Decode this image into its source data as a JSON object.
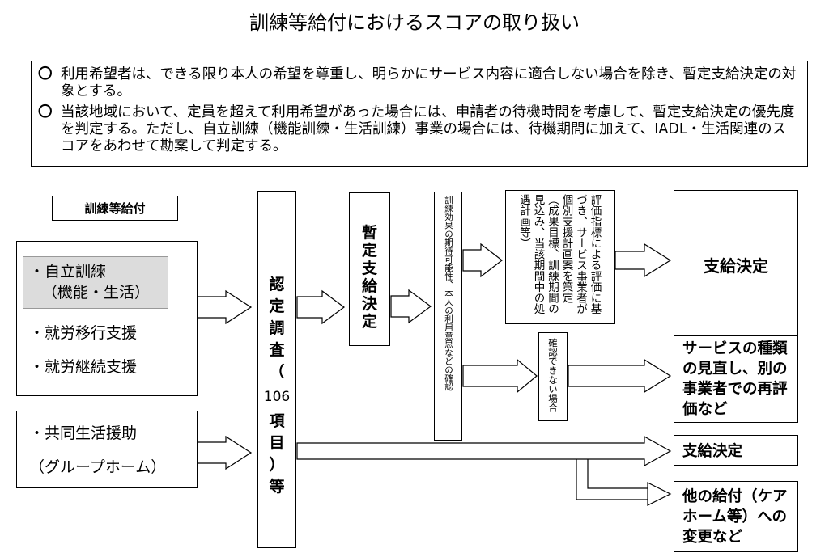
{
  "title": "訓練等給付におけるスコアの取り扱い",
  "notes": [
    {
      "mark": "〇",
      "text": "利用希望者は、できる限り本人の希望を尊重し、明らかにサービス内容に適合しない場合を除き、暫定支給決定の対象とする。"
    },
    {
      "mark": "〇",
      "text": "当該地域において、定員を超えて利用希望があった場合には、申請者の待機時間を考慮して、暫定支給決定の優先度を判定する。ただし、自立訓練（機能訓練・生活訓練）事業の場合には、待機期間に加えて、IADL・生活関連のスコアをあわせて勘案して判定する。"
    }
  ],
  "category_label": "訓練等給付",
  "services_group1": {
    "item1_line1": "・自立訓練",
    "item1_line2": "（機能・生活）",
    "item2": "・就労移行支援",
    "item3": "・就労継続支援"
  },
  "services_group2": {
    "line1": "・共同生活援助",
    "line2": "（グループホーム）"
  },
  "exam": {
    "part1": [
      "認",
      "定",
      "調",
      "査",
      "（"
    ],
    "number": "106",
    "part2": [
      "項",
      "目",
      "）",
      "等"
    ]
  },
  "provisional": [
    "暫",
    "定",
    "支",
    "給",
    "決",
    "定"
  ],
  "confirm_text": "訓練効果の期待可能性、本人の利用意思などの確認",
  "plan_text": "評価指標による評価に基づき、サービス事業者が個別支援計画案を策定（成果目標、訓練期間の見込み、当該期間中の処遇計画等）",
  "not_confirmed_text": "確認できない場合",
  "outcomes": {
    "decision1": "支給決定",
    "review": "サービスの種類の見直し、別の事業者での再評価など",
    "decision2": "支給決定",
    "other": "他の給付（ケアホーム等）への変更など"
  }
}
